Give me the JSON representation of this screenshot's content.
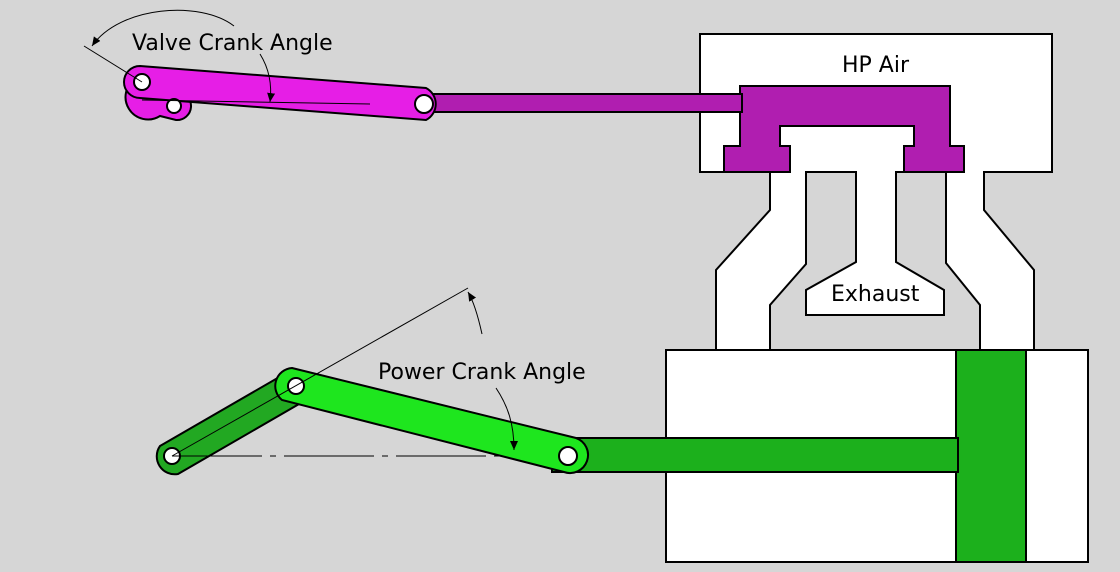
{
  "labels": {
    "valve_crank_angle": "Valve Crank Angle",
    "hp_air": "HP Air",
    "exhaust": "Exhaust",
    "power_crank_angle": "Power Crank Angle"
  },
  "colors": {
    "background": "#d6d6d6",
    "outline": "#000000",
    "body_fill": "#ffffff",
    "valve_link": "#e61ee6",
    "valve_spool": "#b01eb0",
    "power_link_light": "#1ee61e",
    "power_link_dark": "#22a822",
    "piston": "#1cb01c"
  }
}
